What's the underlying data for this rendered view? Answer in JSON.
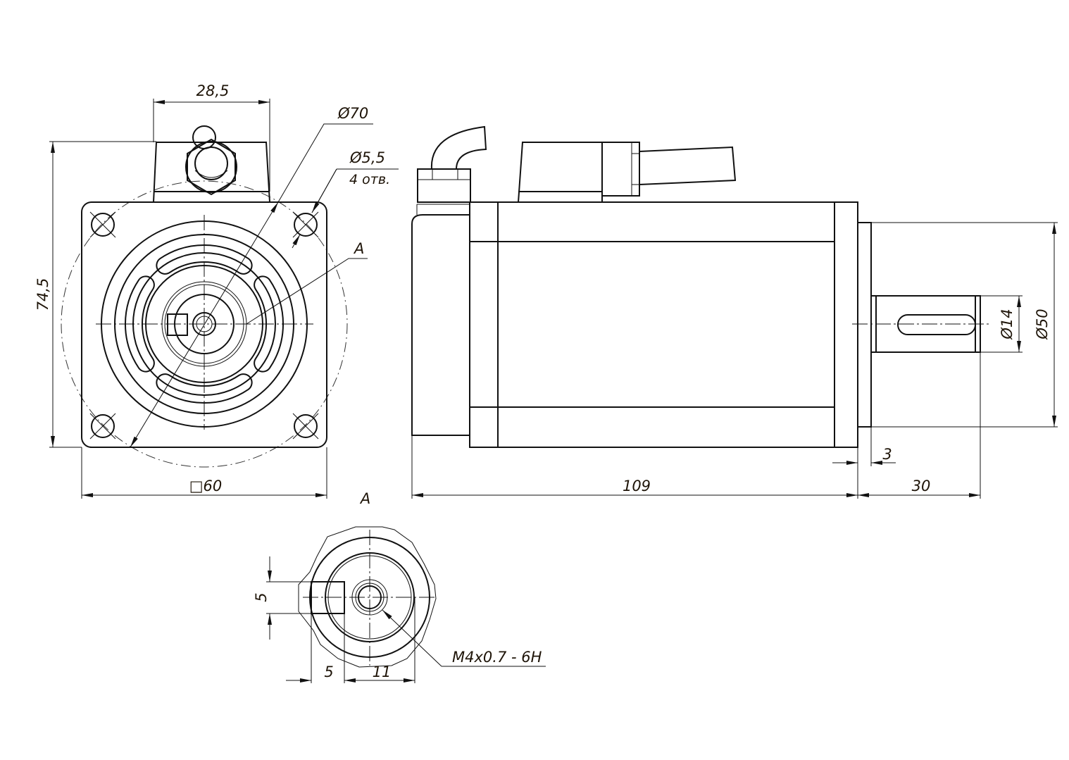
{
  "drawing": {
    "front_view": {
      "width_dim": "28,5",
      "bolt_circle_dim": "Ø70",
      "hole_dim": "Ø5,5",
      "hole_count": "4 отв.",
      "view_ref": "A",
      "height_dim": "74,5",
      "square_dim": "□60"
    },
    "side_view": {
      "length_dim": "109",
      "shaft_length_dim": "30",
      "flange_dim": "3",
      "shaft_dia_dim": "Ø14",
      "pilot_dia_dim": "Ø50"
    },
    "detail_view": {
      "title": "A",
      "key_height_dim": "5",
      "key_width_dim": "5",
      "shaft_offset_dim": "11",
      "thread_note": "M4x0.7 - 6H"
    }
  }
}
